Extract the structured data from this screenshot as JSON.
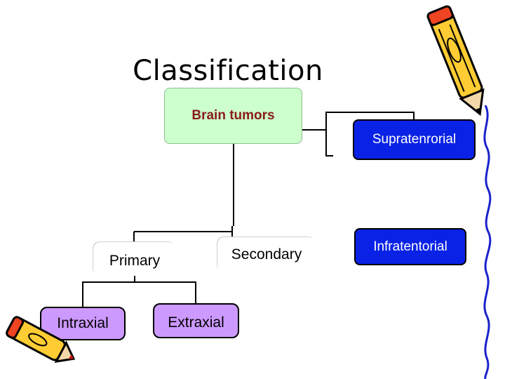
{
  "title": "Classification",
  "nodes": {
    "root": "Brain tumors",
    "supratentorial": "Supratenrorial",
    "infratentorial": "Infratentorial",
    "primary": "Primary",
    "secondary": "Secondary",
    "intraxial": "Intraxial",
    "extraxial": "Extraxial"
  },
  "colors": {
    "root_fill": "#ccffcc",
    "root_text": "#8b1a1a",
    "location_fill": "#0a22e6",
    "leaf_fill": "#cc99ff"
  },
  "icons": [
    "pencil-icon",
    "pencil-icon"
  ]
}
